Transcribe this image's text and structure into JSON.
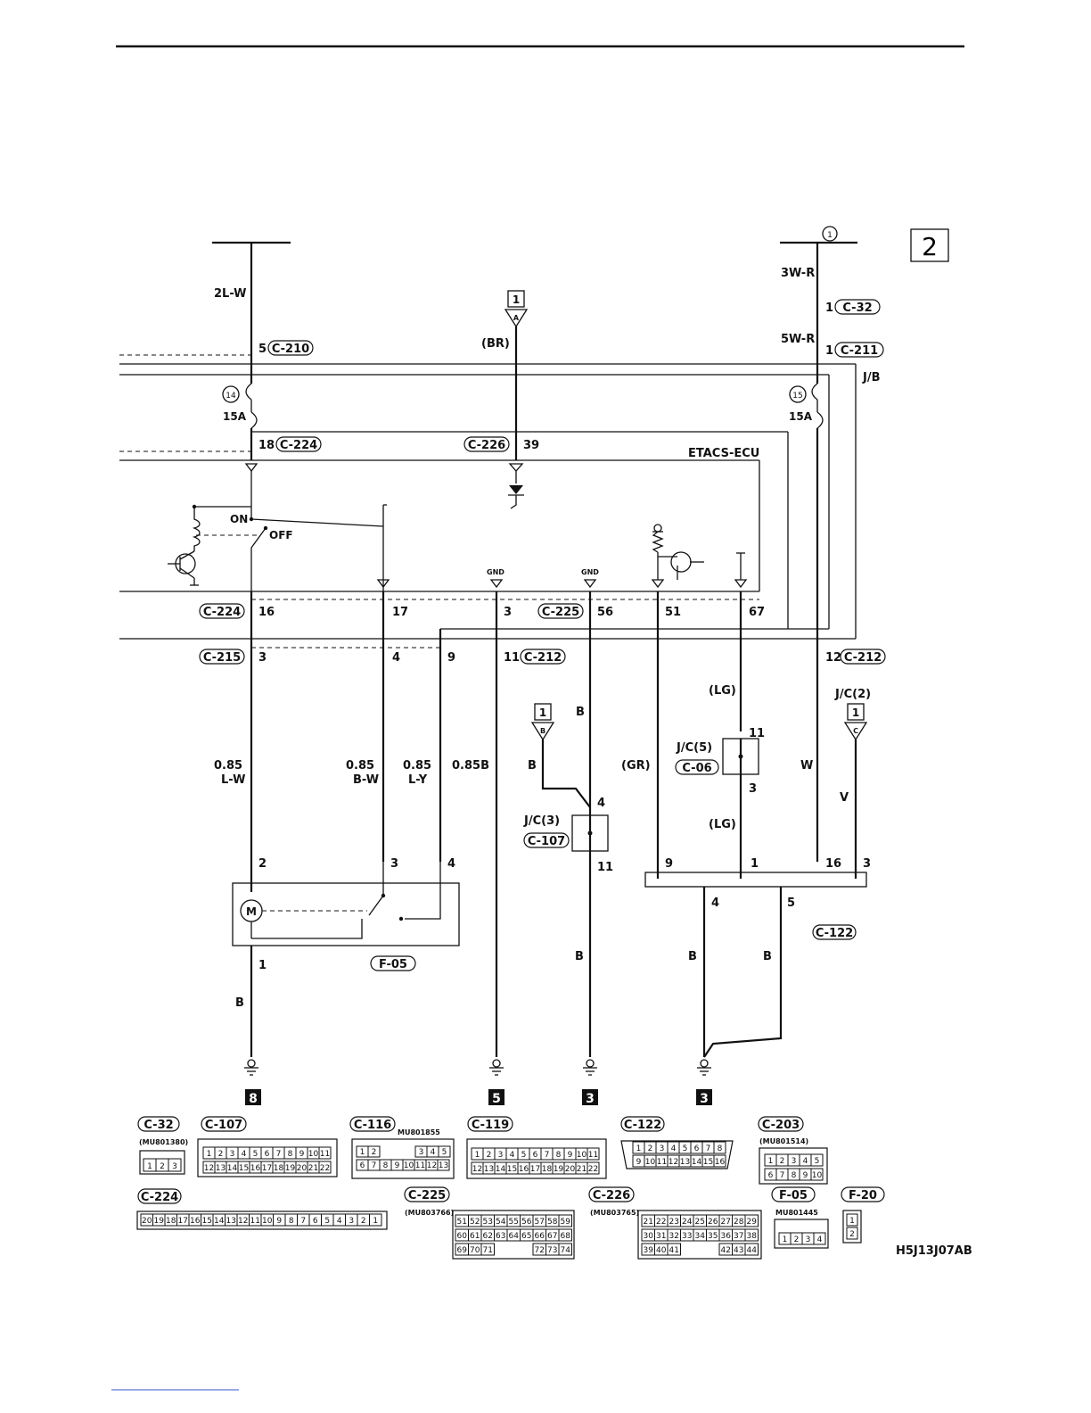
{
  "page": {
    "part_code": "H5J13J07AB",
    "section_number": "2"
  },
  "labels": {
    "ref_circle": "1",
    "wire_2lw": "2L-W",
    "wire_3wr": "3W-R",
    "wire_5wr": "5W-R",
    "wire_br": "(BR)",
    "jb": "J/B",
    "etacs": "ETACS-ECU",
    "fuse14": "14",
    "fuse15": "15",
    "amp_a": "15A",
    "amp_b": "15A",
    "on": "ON",
    "off": "OFF",
    "gnd1": "GND",
    "gnd2": "GND",
    "ref_a_box": "1",
    "ref_a": "A",
    "ref_b_box": "1",
    "ref_b": "B",
    "ref_c_box": "1",
    "ref_c": "C",
    "jc2": "J/C(2)",
    "jc3": "J/C(3)",
    "jc5": "J/C(5)",
    "w085lw_a": "0.85",
    "w085lw_b": "L-W",
    "w085bw_a": "0.85",
    "w085bw_b": "B-W",
    "w085ly_a": "0.85",
    "w085ly_b": "L-Y",
    "w085b": "0.85B",
    "wB1": "B",
    "wB2": "B",
    "wB3": "B",
    "wB4": "B",
    "wB5": "B",
    "wB6": "B",
    "wGR": "(GR)",
    "wLG1": "(LG)",
    "wLG2": "(LG)",
    "wW": "W",
    "wV": "V",
    "motor": "M",
    "ground8": "8",
    "ground5": "5",
    "ground3a": "3",
    "ground3b": "3"
  },
  "connectors": {
    "c210": "C-210",
    "c32": "C-32",
    "c211": "C-211",
    "c224a": "C-224",
    "c226": "C-226",
    "c224b": "C-224",
    "c225": "C-225",
    "c215": "C-215",
    "c212a": "C-212",
    "c212b": "C-212",
    "c06": "C-06",
    "c107": "C-107",
    "c122": "C-122",
    "f05": "F-05"
  },
  "pins": {
    "p5": "5",
    "p1a": "1",
    "p1b": "1",
    "p18": "18",
    "p39": "39",
    "p16": "16",
    "p17": "17",
    "p3": "3",
    "p56": "56",
    "p51": "51",
    "p67": "67",
    "q3": "3",
    "q4": "4",
    "q9": "9",
    "q11": "11",
    "q12": "12",
    "r11": "11",
    "r3": "3",
    "r4": "4",
    "r11b": "11",
    "m2": "2",
    "m3": "3",
    "m4": "4",
    "m1": "1",
    "k9": "9",
    "k1": "1",
    "k16": "16",
    "k3": "3",
    "k4": "4",
    "k5": "5"
  },
  "legend": {
    "c32": {
      "name": "C-32",
      "part": "(MU801380)",
      "pins": [
        "1",
        "2",
        "3"
      ]
    },
    "c107": {
      "name": "C-107",
      "top": [
        "1",
        "2",
        "3",
        "4",
        "5",
        "6",
        "7",
        "8",
        "9",
        "10",
        "11"
      ],
      "bottom": [
        "12",
        "13",
        "14",
        "15",
        "16",
        "17",
        "18",
        "19",
        "20",
        "21",
        "22"
      ]
    },
    "c116": {
      "name": "C-116",
      "part": "MU801855",
      "top": [
        "1",
        "2",
        "3",
        "4",
        "5"
      ],
      "bottom": [
        "6",
        "7",
        "8",
        "9",
        "10",
        "11",
        "12",
        "13"
      ]
    },
    "c119": {
      "name": "C-119",
      "top": [
        "1",
        "2",
        "3",
        "4",
        "5",
        "6",
        "7",
        "8",
        "9",
        "10",
        "11"
      ],
      "bottom": [
        "12",
        "13",
        "14",
        "15",
        "16",
        "17",
        "18",
        "19",
        "20",
        "21",
        "22"
      ]
    },
    "c122": {
      "name": "C-122",
      "top": [
        "1",
        "2",
        "3",
        "4",
        "5",
        "6",
        "7",
        "8"
      ],
      "bottom": [
        "9",
        "10",
        "11",
        "12",
        "13",
        "14",
        "15",
        "16"
      ]
    },
    "c203": {
      "name": "C-203",
      "part": "(MU801514)",
      "top": [
        "1",
        "2",
        "3",
        "4",
        "5"
      ],
      "bottom": [
        "6",
        "7",
        "8",
        "9",
        "10"
      ]
    },
    "c224": {
      "name": "C-224",
      "pins": [
        "20",
        "19",
        "18",
        "17",
        "16",
        "15",
        "14",
        "13",
        "12",
        "11",
        "10",
        "9",
        "8",
        "7",
        "6",
        "5",
        "4",
        "3",
        "2",
        "1"
      ]
    },
    "c225": {
      "name": "C-225",
      "part": "(MU803766)",
      "r1": [
        "51",
        "52",
        "53",
        "54",
        "55",
        "56",
        "57",
        "58",
        "59"
      ],
      "r2": [
        "60",
        "61",
        "62",
        "63",
        "64",
        "65",
        "66",
        "67",
        "68"
      ],
      "r3": [
        "69",
        "70",
        "71",
        "72",
        "73",
        "74"
      ]
    },
    "c226": {
      "name": "C-226",
      "part": "(MU803765)",
      "r1": [
        "21",
        "22",
        "23",
        "24",
        "25",
        "26",
        "27",
        "28",
        "29"
      ],
      "r2": [
        "30",
        "31",
        "32",
        "33",
        "34",
        "35",
        "36",
        "37",
        "38"
      ],
      "r3": [
        "39",
        "40",
        "41",
        "42",
        "43",
        "44"
      ]
    },
    "f05": {
      "name": "F-05",
      "part": "MU801445",
      "pins": [
        "1",
        "2",
        "3",
        "4"
      ]
    },
    "f20": {
      "name": "F-20",
      "pins": [
        "1",
        "2"
      ]
    }
  }
}
